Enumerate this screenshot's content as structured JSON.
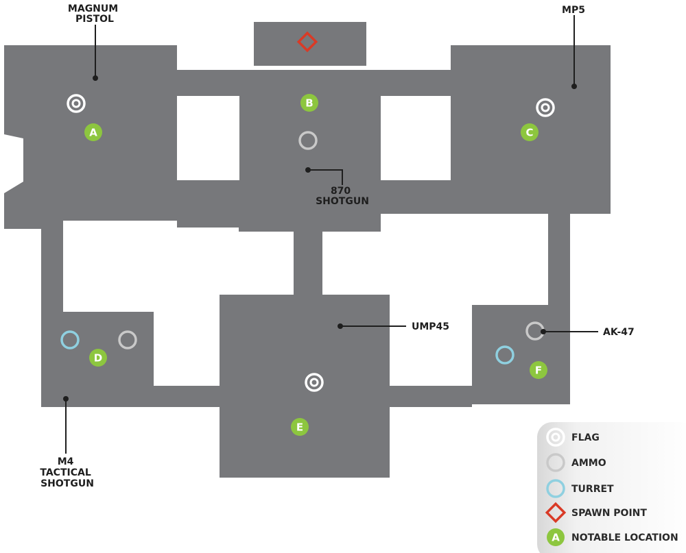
{
  "colors": {
    "floor": "#77787b",
    "notable": "#8dc63f",
    "flag": "#ffffff",
    "ammo": "#c9c9c9",
    "turret": "#8fd0e0",
    "spawn": "#d93a26",
    "leader": "#1e1e1e"
  },
  "weapons": {
    "magnum": [
      "MAGNUM",
      "PISTOL"
    ],
    "mp5": [
      "MP5"
    ],
    "shotgun870": [
      "870",
      "SHOTGUN"
    ],
    "ump45": [
      "UMP45"
    ],
    "ak47": [
      "AK-47"
    ],
    "m4": [
      "M4",
      "TACTICAL",
      "SHOTGUN"
    ]
  },
  "locations": {
    "a": "A",
    "b": "B",
    "c": "C",
    "d": "D",
    "e": "E",
    "f": "F"
  },
  "legend": {
    "flag": "FLAG",
    "ammo": "AMMO",
    "turret": "TURRET",
    "spawn": "SPAWN POINT",
    "notable": "NOTABLE LOCATION",
    "notable_icon_letter": "A"
  }
}
